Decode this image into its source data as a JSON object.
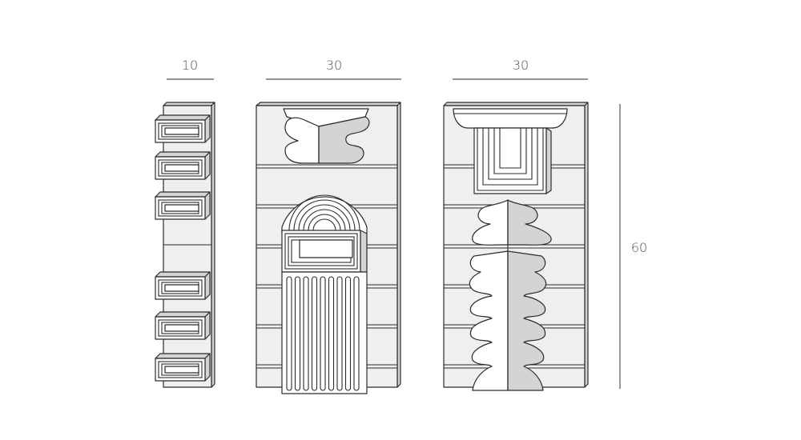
{
  "dimensions": {
    "width_narrow": "10",
    "width_middle": "30",
    "width_right": "30",
    "height": "60"
  },
  "colors": {
    "ink": "#2b2b2b",
    "panel_fill": "#efefef",
    "shadow_fill": "#d4d4d4",
    "dim_text": "#555555"
  }
}
